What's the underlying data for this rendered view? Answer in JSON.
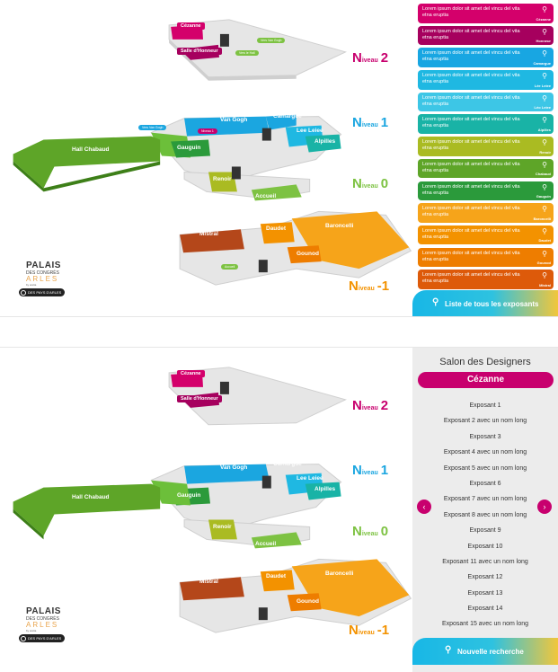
{
  "map": {
    "halls": {
      "cezanne": "Cézanne",
      "salle_honneur": "Salle d'Honneur",
      "van_gogh": "Van Gogh",
      "camargue": "Camargue",
      "lee_leiee": "Lee Leiee",
      "alpilles": "Alpilles",
      "gauguin": "Gauguin",
      "renoir": "Renoir",
      "accueil": "Accueil",
      "hall_chabaud": "Hall Chabaud",
      "mistral": "Mistral",
      "daudet": "Daudet",
      "baroncelli": "Baroncelli",
      "gounod": "Gounod"
    },
    "pills": {
      "p1": "Vers Van Gogh",
      "p2": "Vers le Hall",
      "p3": "Niveau 1",
      "p4": "Accueil"
    },
    "levels": [
      {
        "cap": "N",
        "rest": "iveau",
        "num": "2",
        "color": "#c8006e"
      },
      {
        "cap": "N",
        "rest": "iveau",
        "num": "1",
        "color": "#1ba6e0"
      },
      {
        "cap": "N",
        "rest": "iveau",
        "num": "0",
        "color": "#7dc242"
      },
      {
        "cap": "N",
        "rest": "iveau",
        "num": "-1",
        "color": "#f39200"
      }
    ],
    "logo": {
      "line1": "PALAIS",
      "line2": "DES CONGRÈS",
      "line3": "ARLES",
      "line4": "by arelia",
      "badge": "DES PAYS D'ARLES"
    }
  },
  "sidebar_a": {
    "categories": [
      {
        "text": "Lorem ipsum dolor sit amet del vincu del vita etna eruptia",
        "name": "Cézanne",
        "color": "#d4006b",
        "icon": "search-icon"
      },
      {
        "text": "Lorem ipsum dolor sit amet del vincu del vita etna eruptia",
        "name": "Honneur",
        "color": "#a6005e",
        "icon": "search-icon"
      },
      {
        "text": "Lorem ipsum dolor sit amet del vincu del vita etna eruptia",
        "name": "Camargue",
        "color": "#18a6e2",
        "icon": "search-icon"
      },
      {
        "text": "Lorem ipsum dolor sit amet del vincu del vita etna eruptia",
        "name": "Lée Leiee",
        "color": "#1fb8e2",
        "icon": "search-icon"
      },
      {
        "text": "Lorem ipsum dolor sit amet del vincu del vita etna eruptia",
        "name": "Léo Leiee",
        "color": "#3dc6e6",
        "icon": "search-icon"
      },
      {
        "text": "Lorem ipsum dolor sit amet del vincu del vita etna eruptia",
        "name": "Alpilles",
        "color": "#19b3a6",
        "icon": "search-icon"
      },
      {
        "text": "Lorem ipsum dolor sit amet del vincu del vita etna eruptia",
        "name": "Renoir",
        "color": "#aabb22",
        "icon": "search-icon"
      },
      {
        "text": "Lorem ipsum dolor sit amet del vincu del vita etna eruptia",
        "name": "Chabaud",
        "color": "#5ea528",
        "icon": "search-icon"
      },
      {
        "text": "Lorem ipsum dolor sit amet del vincu del vita etna eruptia",
        "name": "Gauguin",
        "color": "#2b9a3b",
        "icon": "search-icon"
      },
      {
        "text": "Lorem ipsum dolor sit amet del vincu del vita etna eruptia",
        "name": "Baroncelli",
        "color": "#f6a41a",
        "icon": "search-icon"
      },
      {
        "text": "Lorem ipsum dolor sit amet del vincu del vita etna eruptia",
        "name": "Daudet",
        "color": "#f39200",
        "icon": "search-icon"
      },
      {
        "text": "Lorem ipsum dolor sit amet del vincu del vita etna eruptia",
        "name": "Gounod",
        "color": "#ee7d00",
        "icon": "search-icon"
      },
      {
        "text": "Lorem ipsum dolor sit amet del vincu del vita etna eruptia",
        "name": "Mistral",
        "color": "#dd5a0a",
        "icon": "search-icon"
      }
    ],
    "cta": "Liste de tous les exposants"
  },
  "sidebar_b": {
    "title": "Salon des Designers",
    "hall": "Cézanne",
    "exposants": [
      "Exposant 1",
      "Exposant 2 avec un nom long",
      "Exposant 3",
      "Exposant 4 avec un nom long",
      "Exposant 5 avec un nom long",
      "Exposant 6",
      "Exposant 7 avec un nom long",
      "Exposant 8 avec un nom long",
      "Exposant 9",
      "Exposant 10",
      "Exposant 11 avec un nom long",
      "Exposant 12",
      "Exposant 13",
      "Exposant 14",
      "Exposant 15 avec un nom long"
    ],
    "prev": "‹",
    "next": "›",
    "cta": "Nouvelle recherche"
  }
}
